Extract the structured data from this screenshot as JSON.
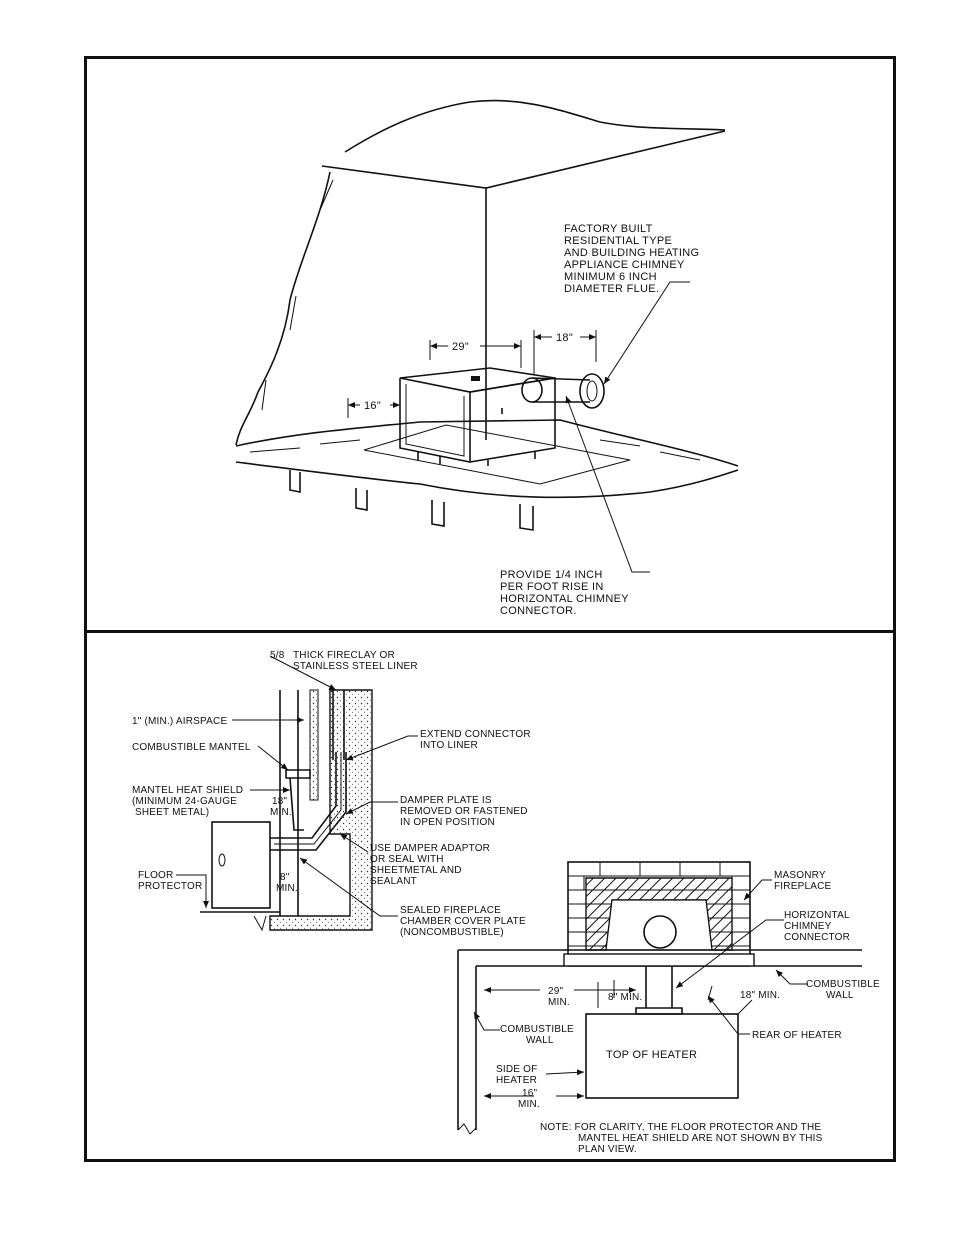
{
  "top_panel": {
    "chimney_note": [
      "FACTORY BUILT",
      "RESIDENTIAL TYPE",
      "AND BUILDING HEATING",
      "APPLIANCE CHIMNEY",
      "MINIMUM 6 INCH",
      "DIAMETER FLUE."
    ],
    "rise_note": [
      "PROVIDE 1/4 INCH",
      "PER FOOT RISE IN",
      "HORIZONTAL CHIMNEY",
      "CONNECTOR."
    ],
    "dim_29": "29\"",
    "dim_18": "18\"",
    "dim_16": "16\""
  },
  "bottom_panel": {
    "liner_fraction": "5/8",
    "liner_note": [
      "THICK FIRECLAY OR",
      "STAINLESS STEEL LINER"
    ],
    "airspace": "1\" (MIN.) AIRSPACE",
    "mantel": "COMBUSTIBLE MANTEL",
    "heat_shield": [
      "MANTEL HEAT SHIELD",
      "(MINIMUM 24-GAUGE",
      "SHEET METAL)"
    ],
    "dim_18_min": [
      "18\"",
      "MIN."
    ],
    "floor_protector": [
      "FLOOR",
      "PROTECTOR"
    ],
    "dim_8_min": [
      "8\"",
      "MIN."
    ],
    "extend": [
      "EXTEND CONNECTOR",
      "INTO LINER"
    ],
    "damper": [
      "DAMPER PLATE IS",
      "REMOVED OR FASTENED",
      "IN OPEN POSITION"
    ],
    "adaptor": [
      "USE DAMPER ADAPTOR",
      "OR SEAL WITH",
      "SHEETMETAL AND",
      "SEALANT"
    ],
    "sealed": [
      "SEALED FIREPLACE",
      "CHAMBER COVER PLATE",
      "(NONCOMBUSTIBLE)"
    ],
    "masonry": [
      "MASONRY",
      "FIREPLACE"
    ],
    "horiz_conn": [
      "HORIZONTAL",
      "CHIMNEY",
      "CONNECTOR"
    ],
    "comb_wall_right": [
      "COMBUSTIBLE",
      "WALL"
    ],
    "comb_wall_left": [
      "COMBUSTIBLE",
      "WALL"
    ],
    "plan_29": [
      "29\"",
      "MIN."
    ],
    "plan_8": "8\" MIN.",
    "plan_18": "18\" MIN.",
    "rear_of_heater": "REAR OF HEATER",
    "top_of_heater": "TOP OF HEATER",
    "side_of_heater": [
      "SIDE OF",
      "HEATER"
    ],
    "plan_16": [
      "16\"",
      "MIN."
    ],
    "note": [
      "NOTE:  FOR CLARITY, THE FLOOR PROTECTOR AND THE",
      "MANTEL HEAT SHIELD ARE NOT SHOWN BY THIS",
      "PLAN VIEW."
    ]
  }
}
